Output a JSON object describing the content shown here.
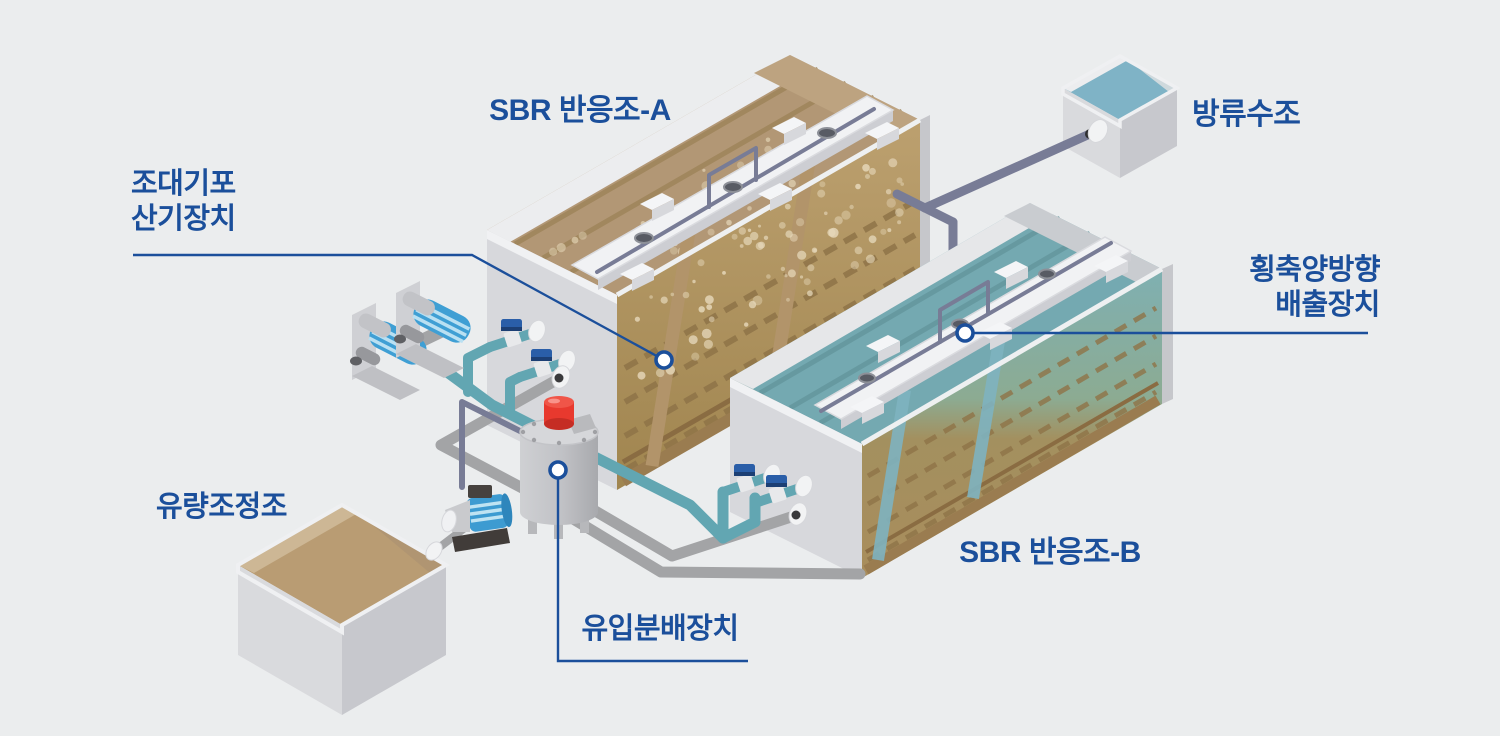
{
  "diagram": {
    "title_note": "SBR sequencing batch reactor process diagram",
    "labels": {
      "tank_a": "SBR 반응조-A",
      "tank_b": "SBR 반응조-B",
      "discharge_tank": "방류수조",
      "flow_tank": "유량조정조",
      "distributor": "유입분배장치",
      "coarse_bubble_aerator": {
        "line1": "조대기포",
        "line2": "산기장치"
      },
      "horizontal_decanter": {
        "line1": "횡축양방향",
        "line2": "배출장치"
      }
    },
    "colors": {
      "background": "#ebedee",
      "accent": "#1b4f9b",
      "tank_wall": "#d7d8dc",
      "tank_wall_dark": "#c6c7cb",
      "inner_wall_light": "#ecedef",
      "inner_wall_tan": "#bda380",
      "tank_a_water": "#b29775",
      "tank_b_water": "#74a9b1",
      "sludge_brown": "#a78e5f",
      "discharge_water": "#7fb3c6",
      "flow_tank_water": "#b99c73",
      "pipe_teal": "#62a6b2",
      "pipe_gray": "#a3a4a6",
      "pipe_slate": "#787c96",
      "valve_blue": "#2a5ea8",
      "pump_blue": "#3d9bd1",
      "alarm_red": "#e8392e",
      "decanter_white": "#f1f2f4"
    }
  }
}
